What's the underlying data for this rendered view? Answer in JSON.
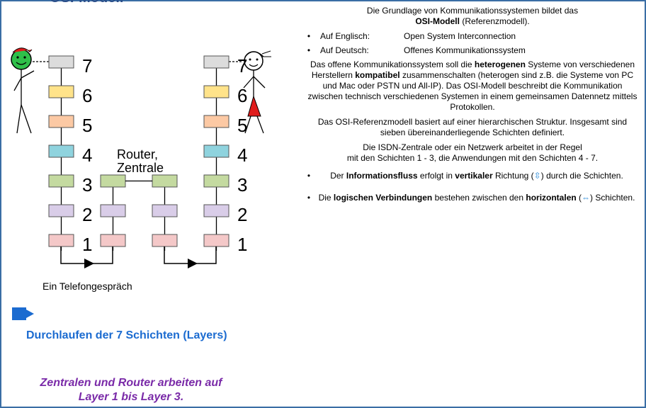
{
  "heading_partial": "OSI-Modell",
  "diagram": {
    "layer_numbers": [
      "7",
      "6",
      "5",
      "4",
      "3",
      "2",
      "1"
    ],
    "router_label_1": "Router,",
    "router_label_2": "Zentrale",
    "caption": "Ein Telefongespräch"
  },
  "colors": {
    "layer7": "#dcdcdc",
    "layer6": "#ffe38a",
    "layer5": "#fcc9a4",
    "layer4": "#8fd3de",
    "layer3": "#c4daa0",
    "layer2": "#d9cde8",
    "layer1": "#f4c8c8",
    "link": "#1b6bd0",
    "purple": "#7a2aa8"
  },
  "right": {
    "intro_line1": "Die Grundlage von Kommunikationssystemen bildet das",
    "intro_bold": "OSI-Modell",
    "intro_rest": " (Referenzmodell).",
    "english_label": "Auf Englisch:",
    "english_value": "Open System Interconnection",
    "german_label": "Auf Deutsch:",
    "german_value": "Offenes Kommunikationssystem",
    "para1_a": "Das offene Kommunikationssystem soll die ",
    "para1_b": "heterogenen",
    "para1_c": " Systeme von verschiedenen Herstellern ",
    "para1_d": "kompatibel",
    "para1_e": " zusammenschalten (heterogen sind z.B. die Systeme von PC und Mac oder PSTN und All-IP). Das OSI-Modell beschreibt die Kommunikation zwischen technisch verschiedenen Systemen in einem gemeinsamen Datennetz mittels Protokollen.",
    "para2": "Das OSI-Referenzmodell basiert auf einer hierarchischen Struktur. Insgesamt sind sieben übereinanderliegende Schichten definiert.",
    "para3_line1": "Die ISDN-Zentrale oder ein Netzwerk arbeitet in der Regel",
    "para3_line2": "mit den Schichten 1 - 3, die Anwendungen mit den Schichten 4 - 7.",
    "flow1_a": "Der ",
    "flow1_b": "Informationsfluss",
    "flow1_c": " erfolgt in ",
    "flow1_d": "vertikaler",
    "flow1_e": " Richtung (",
    "flow1_sym": "⇳",
    "flow1_f": ") durch die Schichten.",
    "flow2_a": "Die ",
    "flow2_b": "logischen Verbindungen",
    "flow2_c": " bestehen zwischen den ",
    "flow2_d": "horizontalen",
    "flow2_e": " (",
    "flow2_sym": "⇔",
    "flow2_f": ") Schichten."
  },
  "nav_link": "Durchlaufen der 7 Schichten (Layers)",
  "note_line1": "Zentralen und Router arbeiten auf",
  "note_line2": "Layer 1 bis Layer 3."
}
